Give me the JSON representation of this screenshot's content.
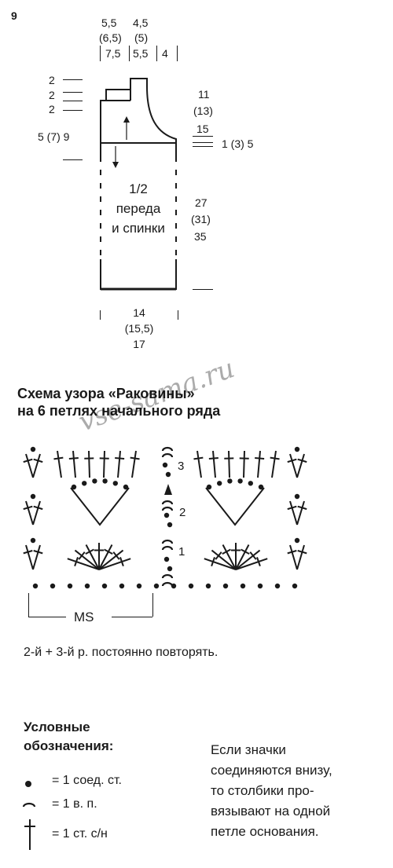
{
  "figure_number": "9",
  "schematic": {
    "top_widths": {
      "r1a": "5,5",
      "r1b": "4,5",
      "r2a": "(6,5)",
      "r2b": "(5)",
      "r3a": "7,5",
      "r3b": "5,5",
      "r3c": "4"
    },
    "left_marks": [
      "2",
      "2",
      "2"
    ],
    "left_side": "5 (7) 9",
    "right_top": [
      "11",
      "(13)",
      "15"
    ],
    "right_side": "1 (3) 5",
    "center_label": [
      "1/2",
      "переда",
      "и спинки"
    ],
    "right_mid": [
      "27",
      "(31)",
      "35"
    ],
    "bottom": [
      "14",
      "(15,5)",
      "17"
    ]
  },
  "pattern": {
    "title_line1": "Схема узора «Раковины»",
    "title_line2": "на 6 петлях начального ряда",
    "row_numbers": [
      "3",
      "2",
      "1"
    ],
    "repeat_label": "MS",
    "repeat_note": "2-й + 3-й р. постоянно повторять."
  },
  "watermark": "vse-sama.ru",
  "legend": {
    "title_line1": "Условные",
    "title_line2": "обозначения:",
    "items": [
      "= 1 соед. ст.",
      "= 1 в. п.",
      "= 1 ст. с/н"
    ],
    "note": [
      "Если значки",
      "соединяются внизу,",
      "то столбики про-",
      "вязывают на одной",
      "петле основания."
    ]
  }
}
